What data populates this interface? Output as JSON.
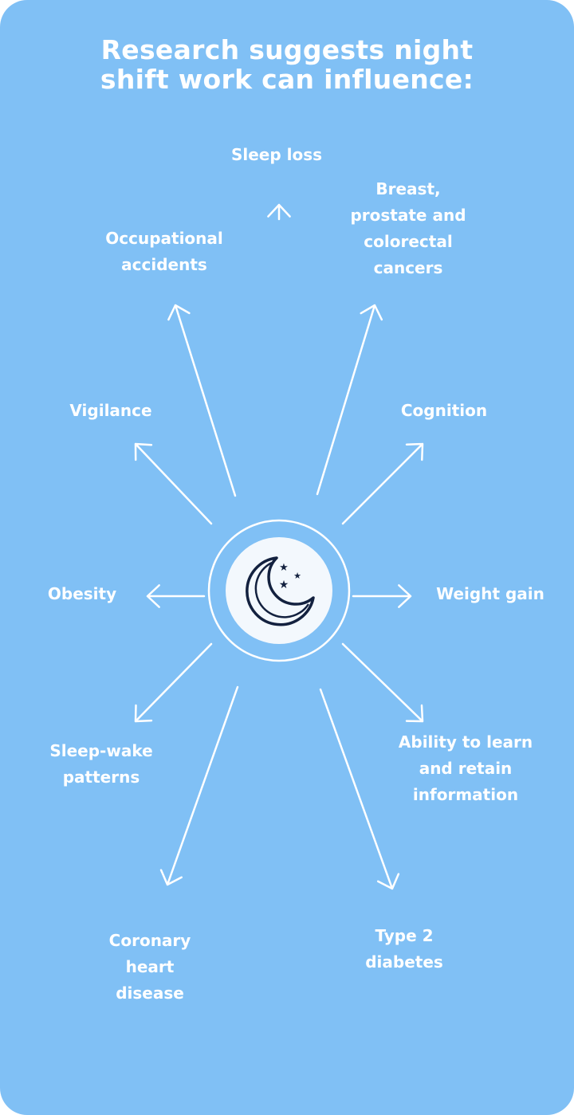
{
  "title": {
    "line1": "Research suggests night",
    "line2": "shift work can influence:"
  },
  "center_icon": "moon-and-stars-icon",
  "colors": {
    "background": "#80c0f5",
    "text": "#ffffff",
    "icon": "#13213f",
    "icon_bg": "#f3f8fd"
  },
  "effects": {
    "sleep_loss": [
      "Sleep loss"
    ],
    "cancers": [
      "Breast,",
      "prostate and",
      "colorectal",
      "cancers"
    ],
    "occupational": [
      "Occupational",
      "accidents"
    ],
    "cognition": [
      "Cognition"
    ],
    "vigilance": [
      "Vigilance"
    ],
    "weight_gain": [
      "Weight gain"
    ],
    "obesity": [
      "Obesity"
    ],
    "learning": [
      "Ability to learn",
      "and retain",
      "information"
    ],
    "sleep_wake": [
      "Sleep-wake",
      "patterns"
    ],
    "diabetes": [
      "Type 2",
      "diabetes"
    ],
    "coronary": [
      "Coronary",
      "heart",
      "disease"
    ]
  }
}
